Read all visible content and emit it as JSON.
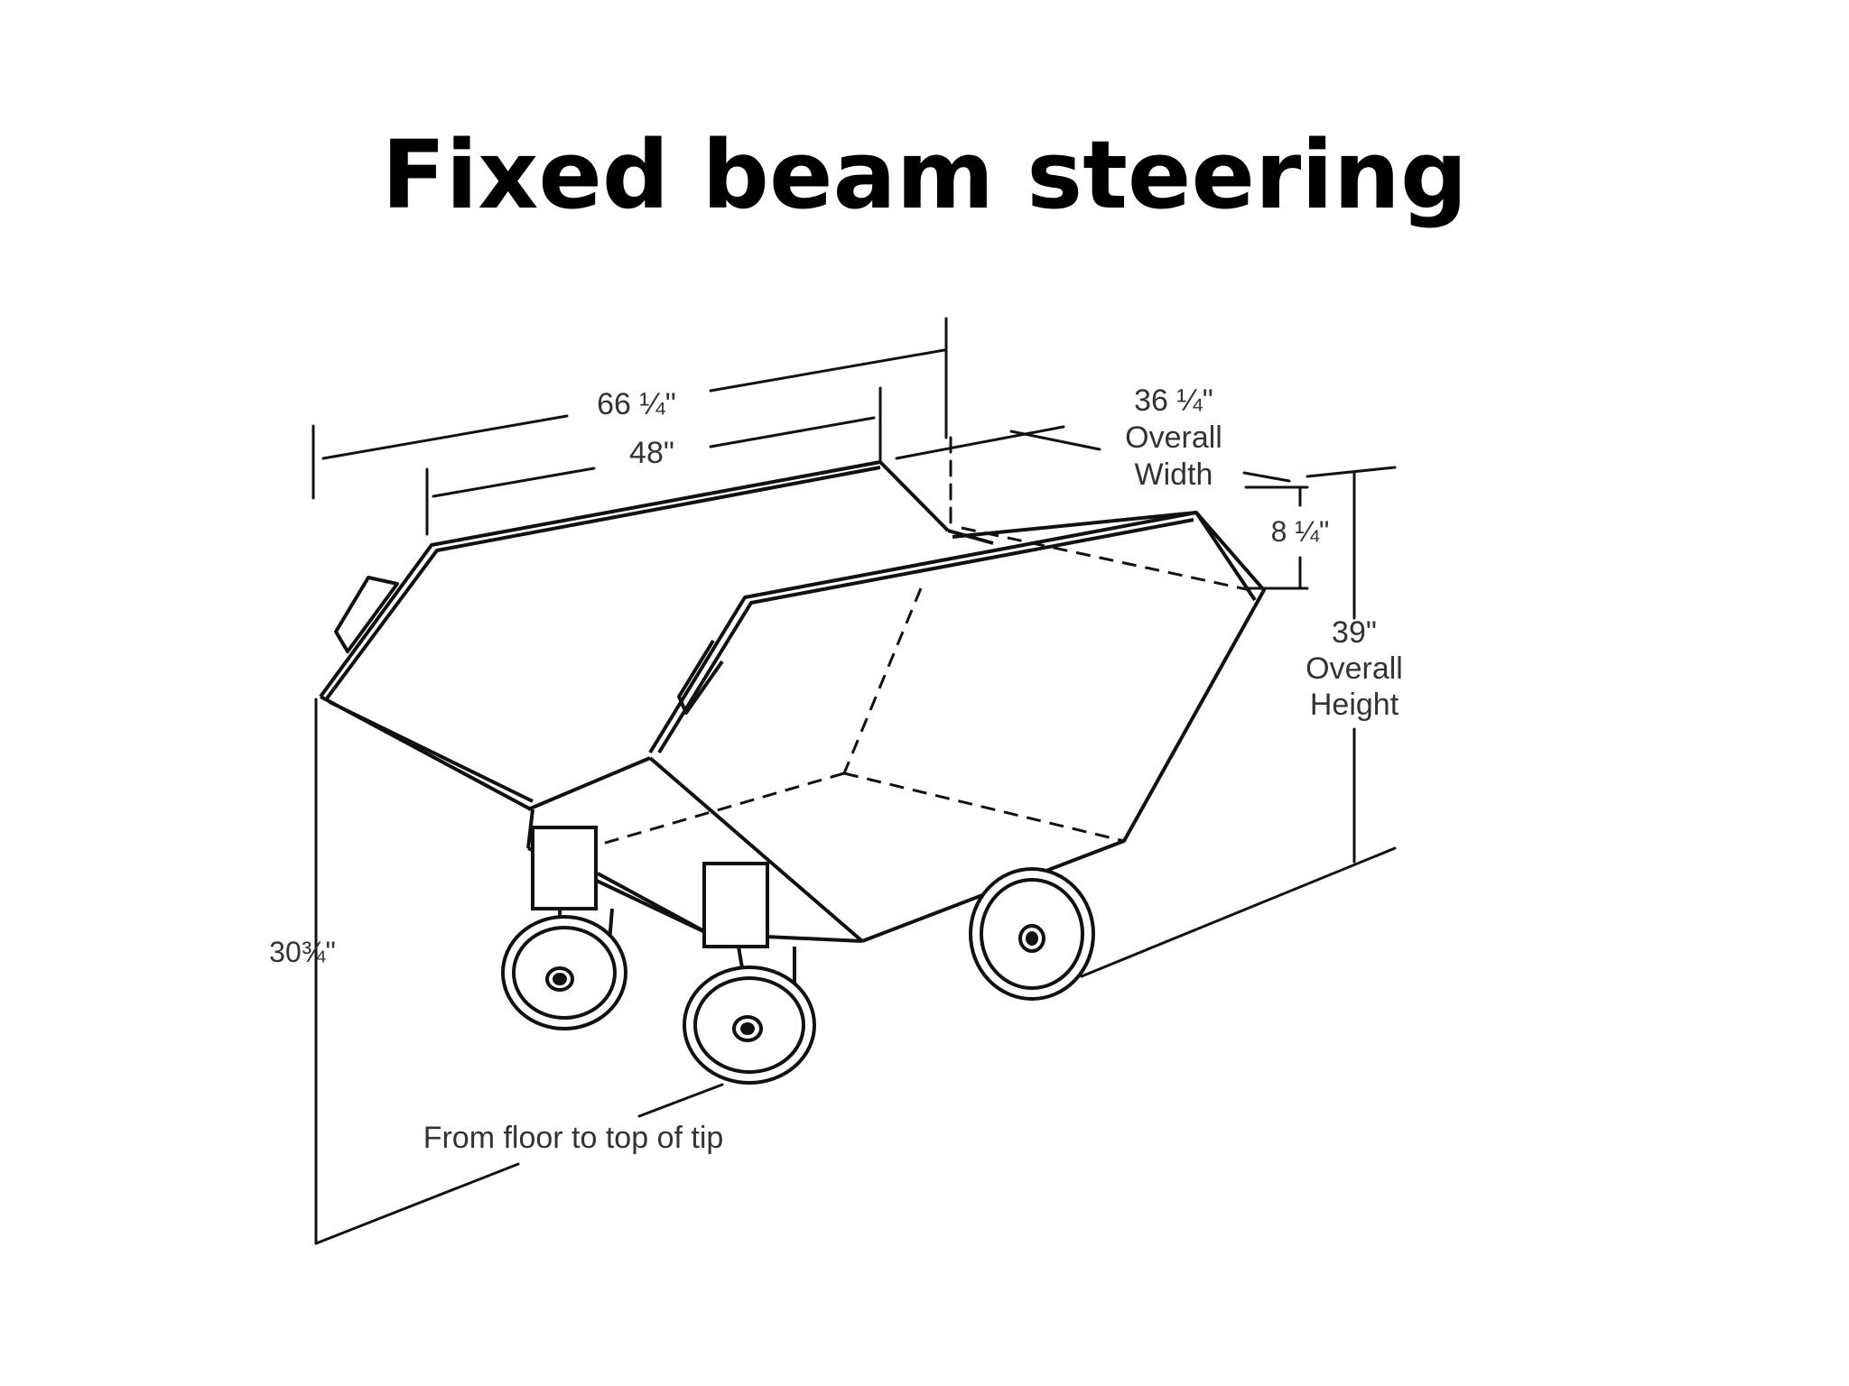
{
  "title": "Fixed beam steering",
  "dimensions": {
    "top_length": "66 ¼\"",
    "inner_length": "48\"",
    "overall_width_value": "36 ¼\"",
    "overall_width_line1": "Overall",
    "overall_width_line2": "Width",
    "side_depth": "8 ¼\"",
    "overall_height_value": "39\"",
    "overall_height_line1": "Overall",
    "overall_height_line2": "Height",
    "tip_height": "30¾\"",
    "tip_height_note": "From floor to top of tip"
  },
  "colors": {
    "line": "#111111",
    "text": "#333333",
    "background": "#ffffff"
  }
}
